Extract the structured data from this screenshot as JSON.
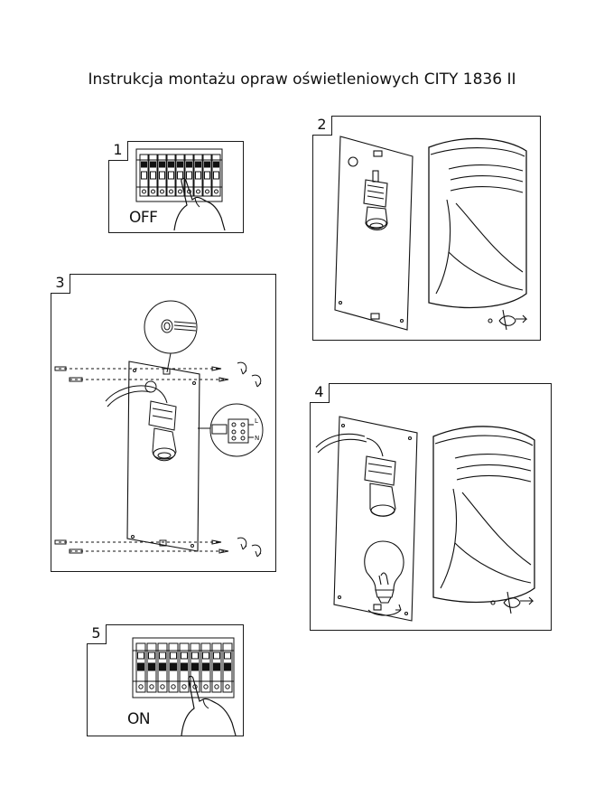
{
  "title": "Instrukcja montażu opraw oświetleniowych CITY 1836 II",
  "steps": [
    {
      "number": "1",
      "label": "OFF"
    },
    {
      "number": "2"
    },
    {
      "number": "3",
      "terminal_labels": [
        "L",
        "N"
      ]
    },
    {
      "number": "4"
    },
    {
      "number": "5",
      "label": "ON"
    }
  ]
}
